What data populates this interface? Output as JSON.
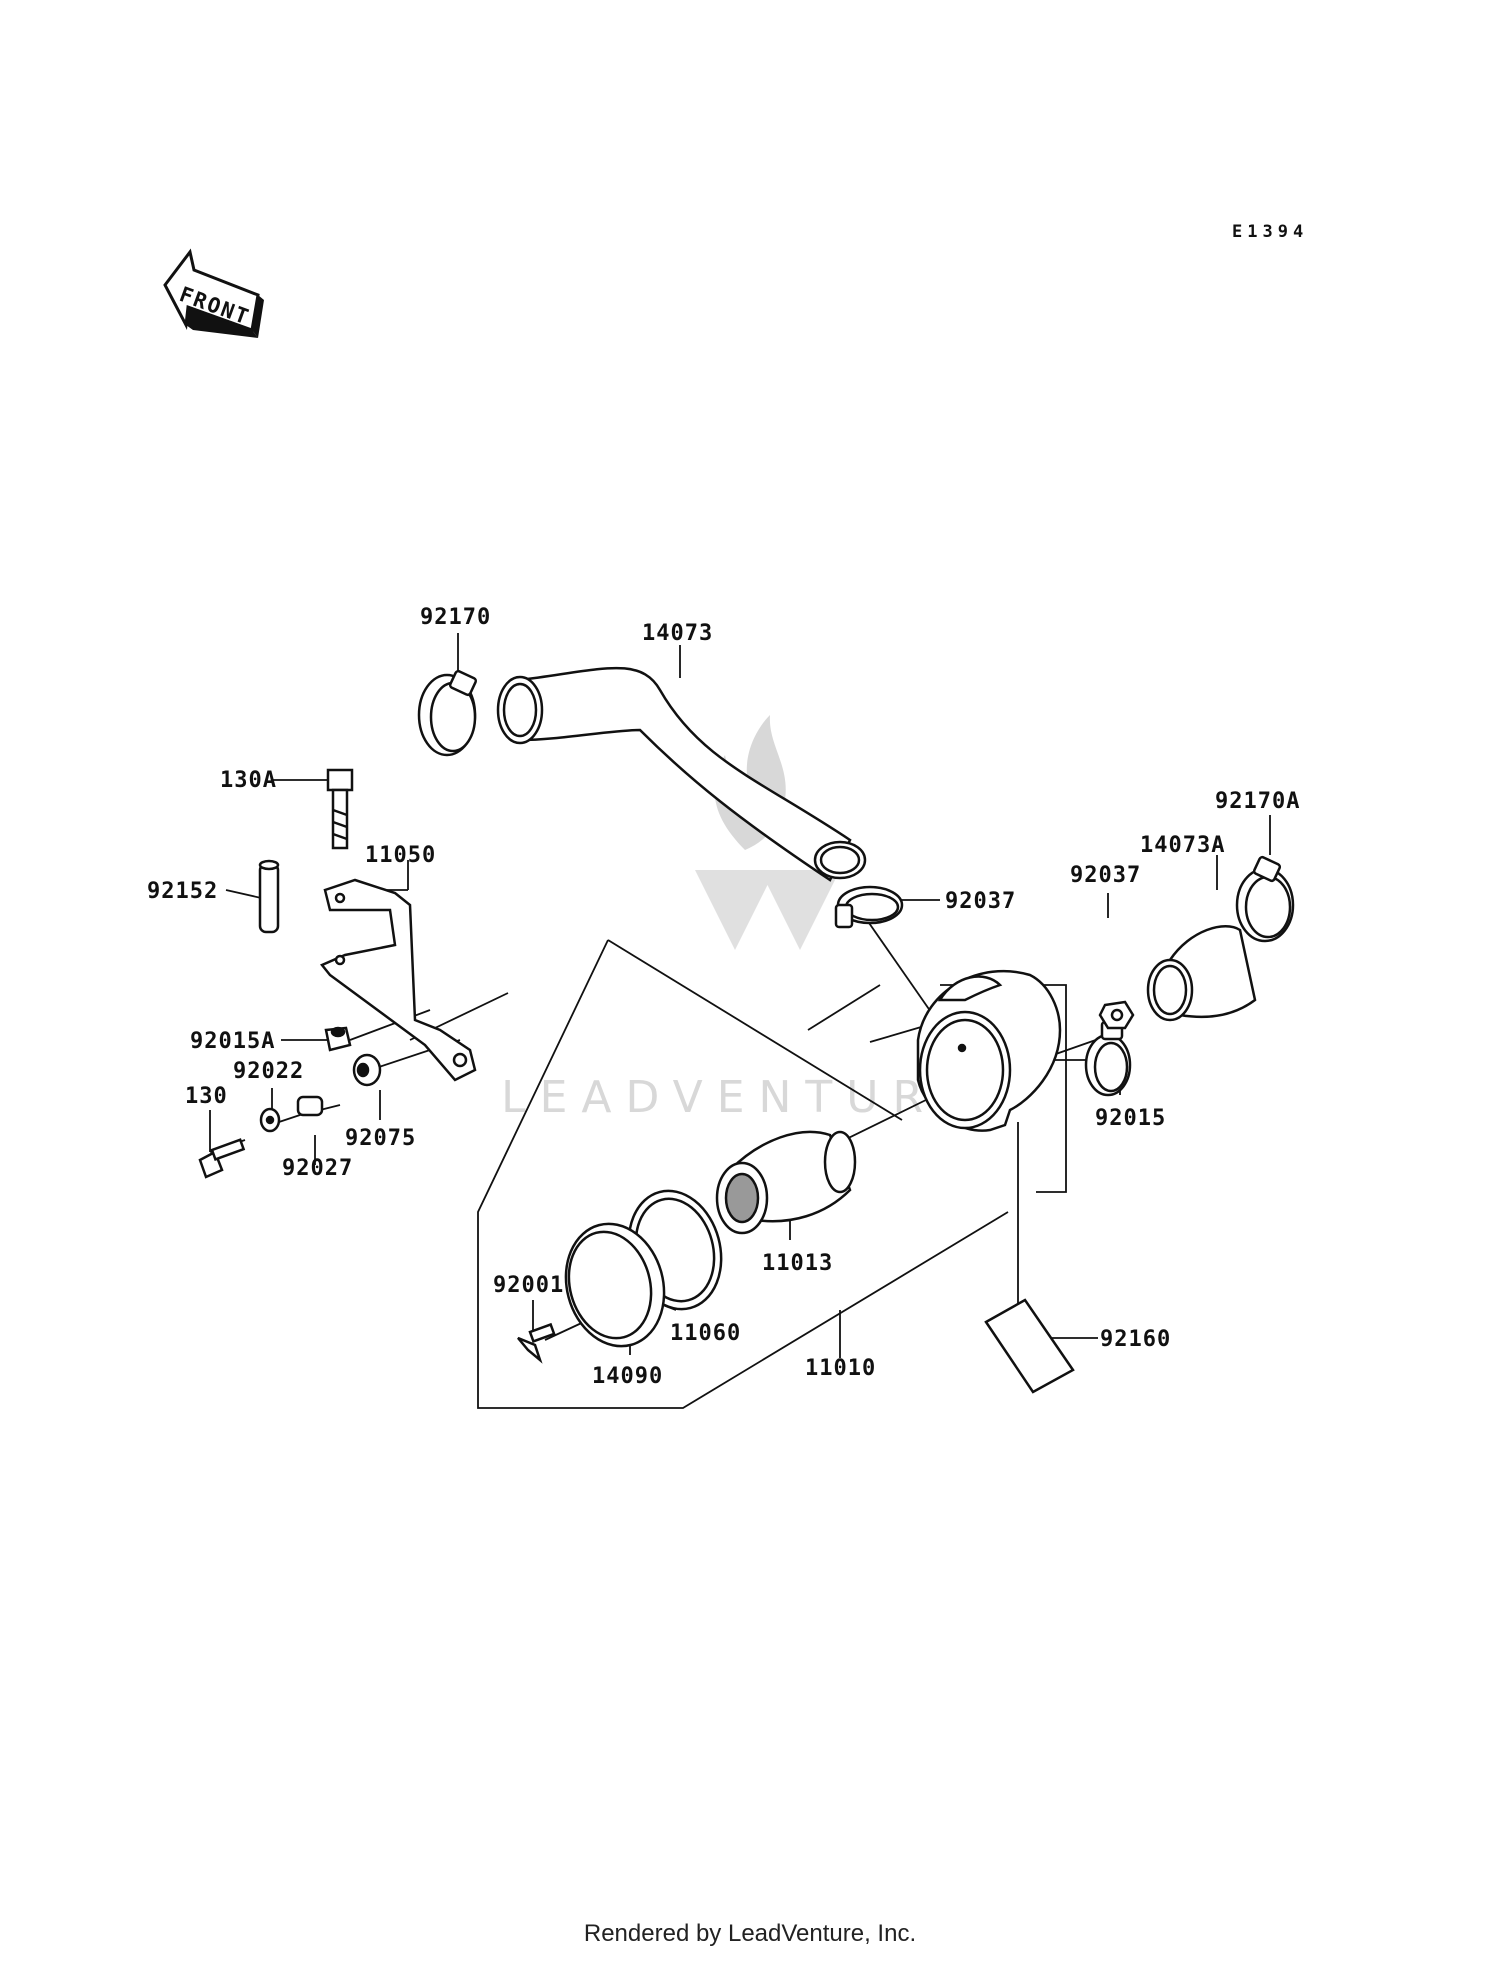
{
  "diagram": {
    "code": "E1394",
    "front_label": "FRONT",
    "watermark": "LEADVENTURE",
    "footer": "Rendered by LeadVenture, Inc.",
    "colors": {
      "line": "#111111",
      "watermark": "#d6d6d6",
      "background": "#ffffff"
    },
    "labels": {
      "p92170": "92170",
      "p14073": "14073",
      "p130A": "130A",
      "p11050": "11050",
      "p92152": "92152",
      "p92015A": "92015A",
      "p92022": "92022",
      "p130": "130",
      "p92027": "92027",
      "p92075": "92075",
      "p92037a": "92037",
      "p92037b": "92037",
      "p14073A": "14073A",
      "p92170A": "92170A",
      "p92015": "92015",
      "p11013": "11013",
      "p11060": "11060",
      "p92001": "92001",
      "p14090": "14090",
      "p11010": "11010",
      "p92160": "92160"
    }
  }
}
